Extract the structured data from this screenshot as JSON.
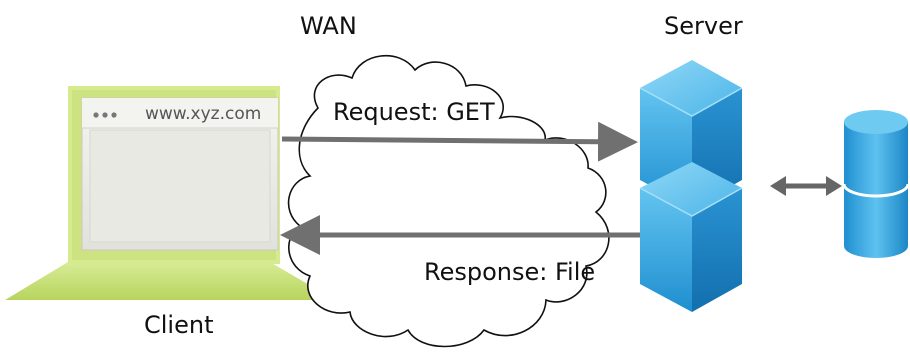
{
  "labels": {
    "wan": "WAN",
    "server": "Server",
    "client": "Client",
    "request": "Request: GET",
    "response": "Response: File"
  },
  "browser": {
    "url": "www.xyz.com"
  },
  "colors": {
    "laptop_base": "#c8e07a",
    "laptop_frame": "#d6ea8e",
    "screen": "#eeeeea",
    "server_cube": "#3aa6dd",
    "server_cube_dark": "#1b86c2",
    "database": "#35a3dc",
    "arrow": "#707070"
  }
}
